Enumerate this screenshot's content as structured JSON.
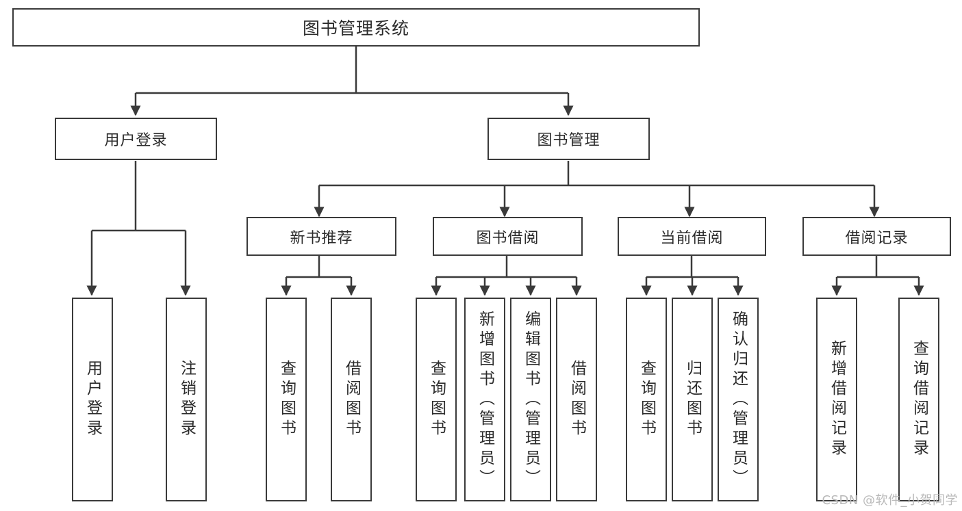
{
  "diagram": {
    "title": "图书管理系统",
    "type": "hierarchy-tree",
    "style": {
      "box_border_color": "#3a3a3a",
      "box_fill_color": "#ffffff",
      "edge_color": "#3a3a3a",
      "text_color": "#2b2b2b",
      "background_color": "#ffffff",
      "watermark_color": "#b9b9b9"
    },
    "watermark": "CSDN @软件_小贺同学"
  },
  "nodes": {
    "root": {
      "label": "图书管理系统"
    },
    "level1": [
      {
        "id": "user-login",
        "label": "用户登录"
      },
      {
        "id": "book-management",
        "label": "图书管理"
      }
    ],
    "level2": [
      {
        "id": "new-book-recommend",
        "label": "新书推荐"
      },
      {
        "id": "book-borrow",
        "label": "图书借阅"
      },
      {
        "id": "current-borrow",
        "label": "当前借阅"
      },
      {
        "id": "borrow-record",
        "label": "借阅记录"
      }
    ],
    "leaves": {
      "user_login": [
        {
          "id": "leaf-user-login",
          "label": "用户登录"
        },
        {
          "id": "leaf-logout",
          "label": "注销登录"
        }
      ],
      "new_book_recommend": [
        {
          "id": "leaf-query-book-1",
          "label": "查询图书"
        },
        {
          "id": "leaf-borrow-book-1",
          "label": "借阅图书"
        }
      ],
      "book_borrow": [
        {
          "id": "leaf-query-book-2",
          "label": "查询图书"
        },
        {
          "id": "leaf-add-book",
          "label": "新增图书（管理员）"
        },
        {
          "id": "leaf-edit-book",
          "label": "编辑图书（管理员）"
        },
        {
          "id": "leaf-borrow-book-2",
          "label": "借阅图书"
        }
      ],
      "current_borrow": [
        {
          "id": "leaf-query-book-3",
          "label": "查询图书"
        },
        {
          "id": "leaf-return-book",
          "label": "归还图书"
        },
        {
          "id": "leaf-confirm-return",
          "label": "确认归还（管理员）"
        }
      ],
      "borrow_record": [
        {
          "id": "leaf-add-record",
          "label": "新增借阅记录"
        },
        {
          "id": "leaf-query-record",
          "label": "查询借阅记录"
        }
      ]
    }
  }
}
